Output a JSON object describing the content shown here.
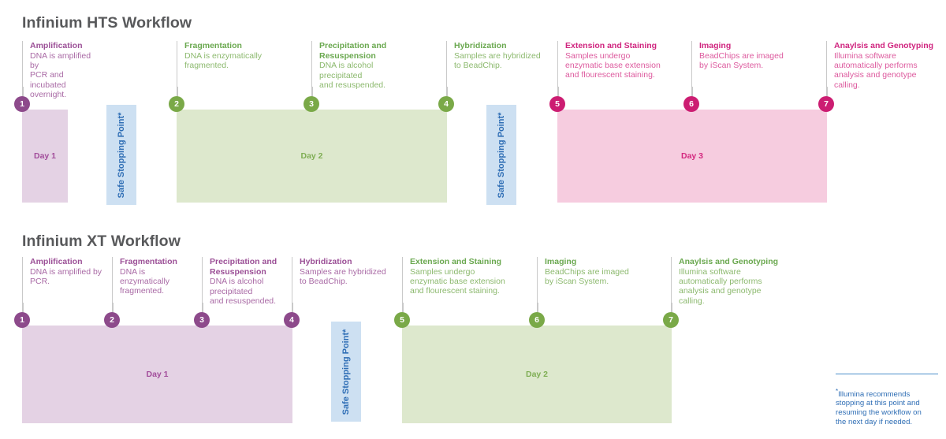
{
  "colors": {
    "purple_dark": "#8d4a8b",
    "purple_text": "#9b4f96",
    "purple_fill": "#e4d2e4",
    "green_dark": "#7aa948",
    "green_text": "#6aa84f",
    "green_fill": "#dde8cd",
    "pink_dark": "#cc1d72",
    "pink_text": "#d0257f",
    "pink_fill": "#f6ccdf",
    "blue_fill": "#cde0f2",
    "blue_text": "#2f6eb5",
    "title_gray": "#58595b",
    "rule_gray": "#c9c9c9"
  },
  "hts": {
    "title": "Infinium HTS Workflow",
    "steps": [
      {
        "number": "1",
        "color": "purple",
        "title": "Amplification",
        "desc": "DNA is amplified by\nPCR and incubated\novernight."
      },
      {
        "number": "2",
        "color": "green",
        "title": "Fragmentation",
        "desc": "DNA is enzymatically\nfragmented."
      },
      {
        "number": "3",
        "color": "green",
        "title": "Precipitation and\nResuspension",
        "desc": "DNA is alcohol\nprecipitated\nand resuspended."
      },
      {
        "number": "4",
        "color": "green",
        "title": "Hybridization",
        "desc": "Samples are hybridized\nto BeadChip."
      },
      {
        "number": "5",
        "color": "pink",
        "title": "Extension and  Staining",
        "desc": "Samples undergo\nenzymatic base extension\nand flourescent staining."
      },
      {
        "number": "6",
        "color": "pink",
        "title": "Imaging",
        "desc": "BeadChips are imaged\nby iScan System."
      },
      {
        "number": "7",
        "color": "pink",
        "title": "Anaylsis and Genotyping",
        "desc": "Illumina software\nautomatically performs\nanalysis and genotype\ncalling."
      }
    ],
    "days": [
      {
        "label": "Day 1",
        "color": "purple"
      },
      {
        "label": "Day 2",
        "color": "green"
      },
      {
        "label": "Day 3",
        "color": "pink"
      }
    ],
    "stops": [
      {
        "label": "Safe Stopping Point*"
      },
      {
        "label": "Safe Stopping Point*"
      }
    ]
  },
  "xt": {
    "title": "Infinium XT Workflow",
    "steps": [
      {
        "number": "1",
        "color": "purple",
        "title": "Amplification",
        "desc": "DNA is amplified by\nPCR."
      },
      {
        "number": "2",
        "color": "purple",
        "title": "Fragmentation",
        "desc": "DNA is enzymatically\nfragmented."
      },
      {
        "number": "3",
        "color": "purple",
        "title": "Precipitation and\nResuspension",
        "desc": "DNA is alcohol\nprecipitated\nand resuspended."
      },
      {
        "number": "4",
        "color": "purple",
        "title": "Hybridization",
        "desc": "Samples are hybridized\nto BeadChip."
      },
      {
        "number": "5",
        "color": "green",
        "title": "Extension and  Staining",
        "desc": "Samples undergo\nenzymatic base extension\nand flourescent staining."
      },
      {
        "number": "6",
        "color": "green",
        "title": "Imaging",
        "desc": "BeadChips are imaged\nby iScan System."
      },
      {
        "number": "7",
        "color": "green",
        "title": "Anaylsis and Genotyping",
        "desc": "Illumina software\nautomatically performs\nanalysis and genotype\ncalling."
      }
    ],
    "days": [
      {
        "label": "Day 1",
        "color": "purple"
      },
      {
        "label": "Day 2",
        "color": "green"
      }
    ],
    "stops": [
      {
        "label": "Safe Stopping Point*"
      }
    ]
  },
  "footnote": {
    "marker": "*",
    "text": "Illumina recommends\nstopping at this point and\nresuming the workflow on\nthe next day if needed."
  }
}
